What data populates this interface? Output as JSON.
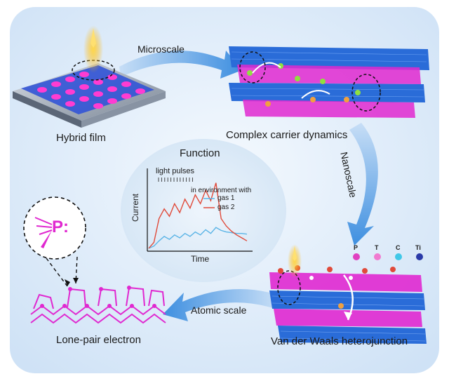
{
  "labels": {
    "hybrid_film": "Hybrid film",
    "microscale": "Microscale",
    "complex_carrier": "Complex carrier dynamics",
    "nanoscale": "Nanoscale",
    "atomic_scale": "Atomic scale",
    "lone_pair": "Lone-pair electron",
    "vdw": "Van der Waals heterojunction",
    "p_symbol": "P:"
  },
  "function_panel": {
    "title": "Function",
    "light_pulses": "light pulses",
    "environment": "in environment with",
    "xlabel": "Time",
    "ylabel": "Current"
  },
  "legend": {
    "items": [
      {
        "label": "P",
        "color": "#e040c0"
      },
      {
        "label": "T",
        "color": "#f07ad0"
      },
      {
        "label": "C",
        "color": "#40c8e8"
      },
      {
        "label": "Ti",
        "color": "#2a3aa8"
      }
    ]
  },
  "chart_data": {
    "type": "line",
    "title": "Function",
    "xlabel": "Time",
    "ylabel": "Current",
    "annotations": [
      "light pulses",
      "in environment with"
    ],
    "series": [
      {
        "name": "gas 1",
        "color": "#5ab4e6",
        "values": [
          0.02,
          0.05,
          0.12,
          0.18,
          0.14,
          0.2,
          0.16,
          0.22,
          0.18,
          0.24,
          0.2,
          0.27,
          0.22,
          0.3,
          0.26,
          0.24,
          0.23,
          0.22,
          0.22,
          0.21
        ]
      },
      {
        "name": "gas 2",
        "color": "#e04a3a",
        "values": [
          0.02,
          0.1,
          0.42,
          0.55,
          0.45,
          0.62,
          0.5,
          0.68,
          0.56,
          0.74,
          0.62,
          0.8,
          0.66,
          0.9,
          0.42,
          0.32,
          0.25,
          0.2,
          0.16,
          0.12
        ]
      }
    ]
  },
  "colors": {
    "background": "#dfeefa",
    "arrow": "#6aa8e8",
    "molecule_magenta": "#e028d0",
    "layer_blue": "#2a6cd8"
  }
}
